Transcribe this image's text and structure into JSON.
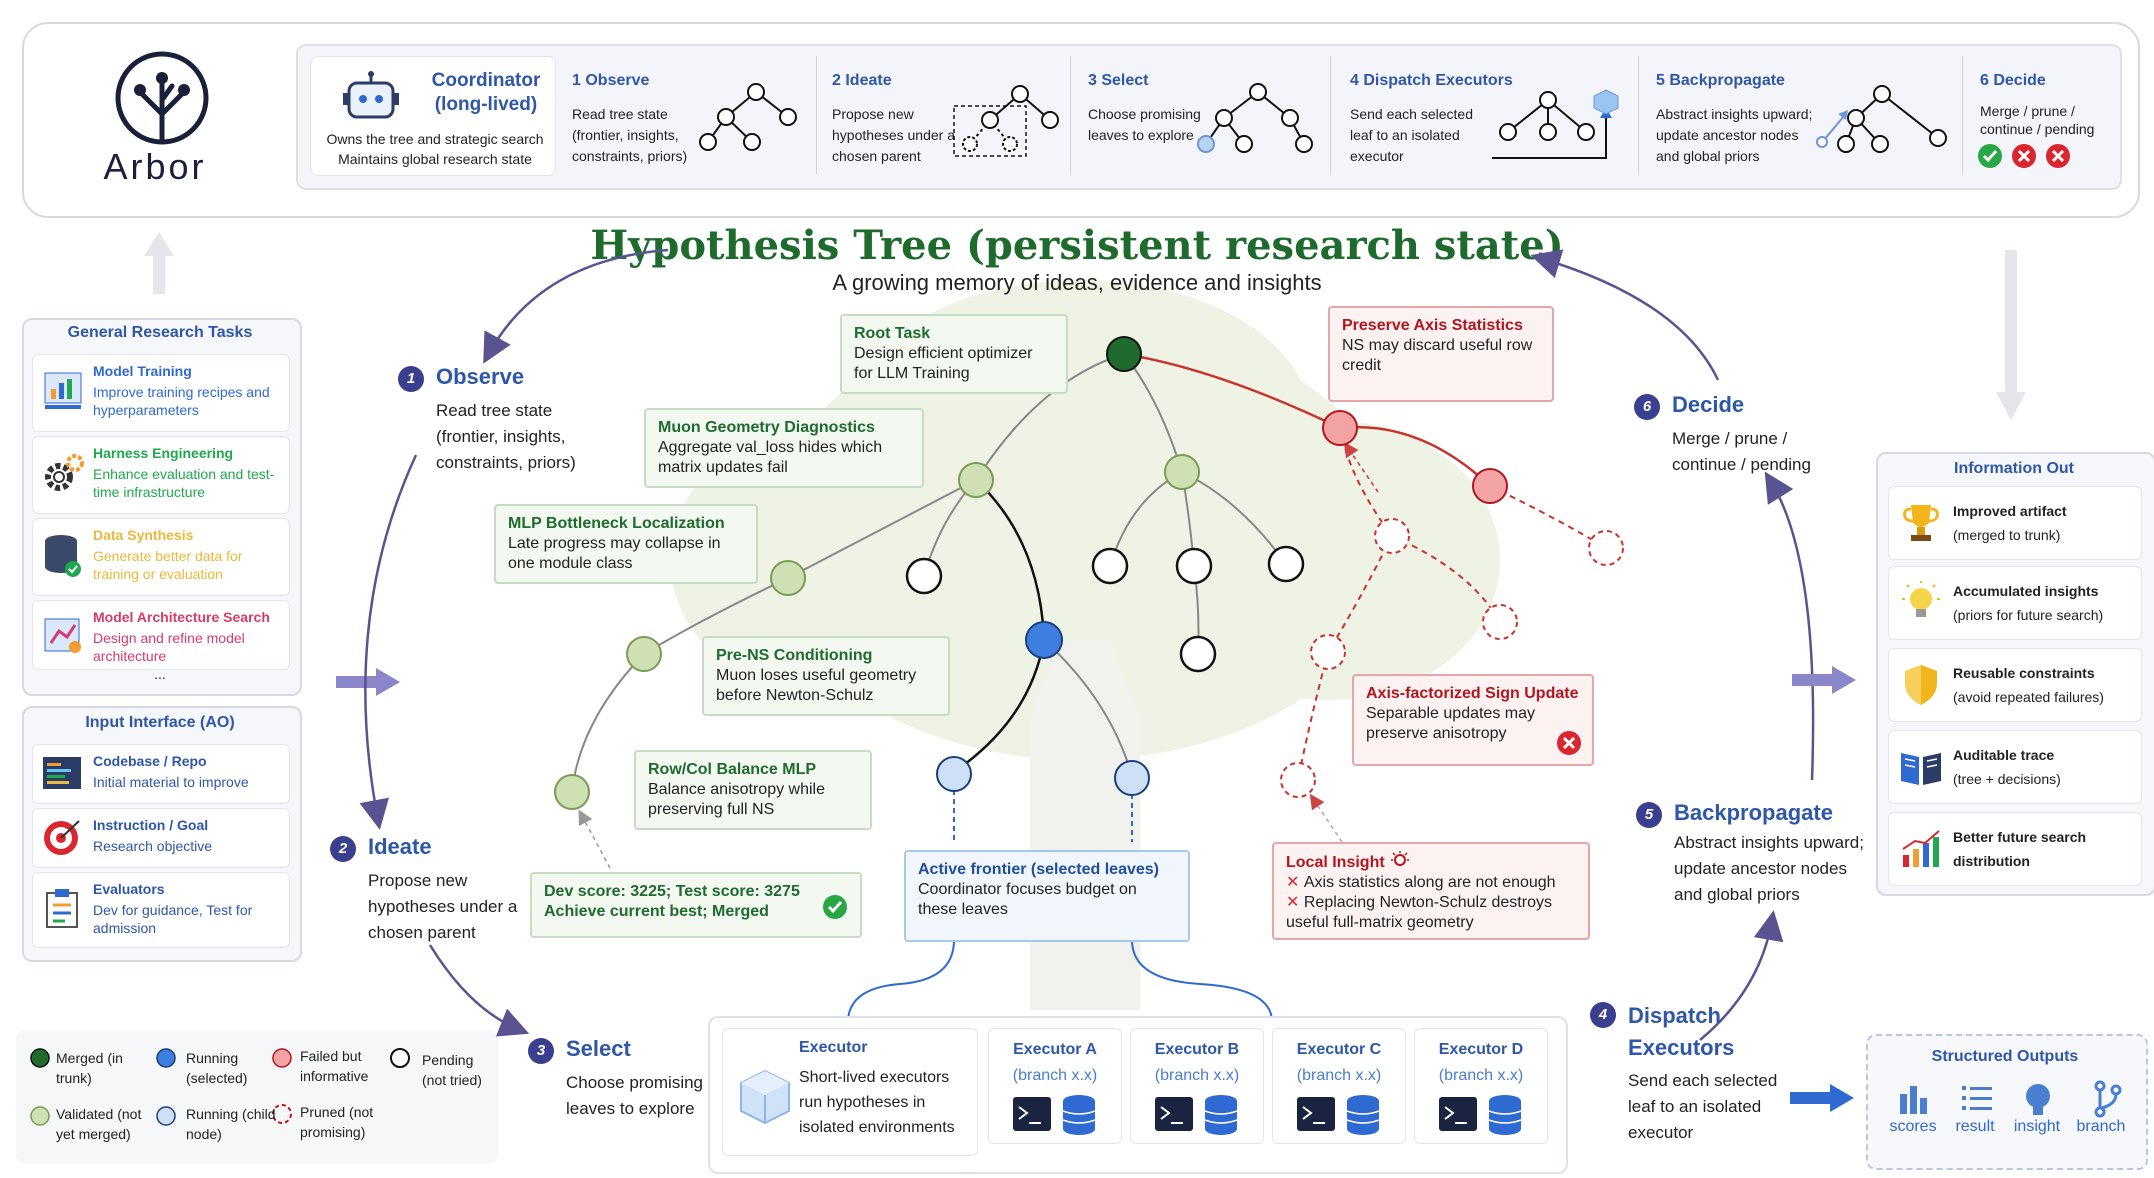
{
  "brand": {
    "name": "Arbor"
  },
  "coordinator": {
    "title": "Coordinator (long-lived)",
    "line1": "Owns the tree and strategic search",
    "line2": "Maintains global research state"
  },
  "steps": [
    {
      "title": "1 Observe",
      "desc": "Read tree state (frontier, insights, constraints, priors)"
    },
    {
      "title": "2 Ideate",
      "desc": "Propose new hypotheses under a chosen parent"
    },
    {
      "title": "3 Select",
      "desc": "Choose promising leaves to explore"
    },
    {
      "title": "4 Dispatch Executors",
      "desc": "Send each selected leaf to an isolated executor"
    },
    {
      "title": "5 Backpropagate",
      "desc": "Abstract insights upward; update ancestor nodes and global priors"
    },
    {
      "title": "6 Decide",
      "desc": "Merge / prune / continue / pending"
    }
  ],
  "title": "Hypothesis Tree (persistent research state)",
  "subtitle": "A growing memory of ideas, evidence and insights",
  "tasks": {
    "title": "General Research Tasks",
    "items": [
      {
        "title": "Model Training",
        "desc": "Improve training recipes and hyperparameters",
        "color": "#2e6ad1"
      },
      {
        "title": "Harness Engineering",
        "desc": "Enhance evaluation and test-time infrastructure",
        "color": "#1fa84d"
      },
      {
        "title": "Data Synthesis",
        "desc": "Generate better data for training or evaluation",
        "color": "#e9b93a"
      },
      {
        "title": "Model Architecture Search",
        "desc": "Design and refine model architecture",
        "color": "#d63b6b"
      }
    ],
    "more": "..."
  },
  "input": {
    "title": "Input Interface (AO)",
    "items": [
      {
        "title": "Codebase / Repo",
        "desc": "Initial material to improve"
      },
      {
        "title": "Instruction / Goal",
        "desc": "Research objective"
      },
      {
        "title": "Evaluators",
        "desc": "Dev for guidance, Test for admission"
      }
    ]
  },
  "phases": {
    "observe": {
      "num": "1",
      "title": "Observe",
      "desc": "Read tree state (frontier, insights, constraints, priors)"
    },
    "ideate": {
      "num": "2",
      "title": "Ideate",
      "desc": "Propose new hypotheses under a chosen parent"
    },
    "select": {
      "num": "3",
      "title": "Select",
      "desc": "Choose promising leaves to explore"
    },
    "dispatch": {
      "num": "4",
      "title": "Dispatch Executors",
      "desc": "Send each selected leaf to an isolated executor"
    },
    "backprop": {
      "num": "5",
      "title": "Backpropagate",
      "desc": "Abstract insights upward; update ancestor nodes and global priors"
    },
    "decide": {
      "num": "6",
      "title": "Decide",
      "desc": "Merge / prune / continue / pending"
    }
  },
  "notes": {
    "root": {
      "title": "Root Task",
      "desc": "Design efficient optimizer for LLM Training"
    },
    "muon": {
      "title": "Muon Geometry Diagnostics",
      "desc": "Aggregate val_loss hides which matrix updates fail"
    },
    "mlp": {
      "title": "MLP Bottleneck Localization",
      "desc": "Late progress may collapse in one module class"
    },
    "prens": {
      "title": "Pre-NS Conditioning",
      "desc": "Muon loses useful geometry before Newton-Schulz"
    },
    "rowcol": {
      "title": "Row/Col Balance MLP",
      "desc": "Balance anisotropy while preserving full NS"
    },
    "score": {
      "line1": "Dev score: 3225; Test score: 3275",
      "line2": "Achieve current best; Merged"
    },
    "frontier": {
      "title": "Active frontier (selected leaves)",
      "desc": "Coordinator focuses budget on these leaves"
    },
    "preserve": {
      "title": "Preserve Axis Statistics",
      "desc": "NS may discard useful row credit"
    },
    "axis": {
      "title": "Axis-factorized Sign Update",
      "desc": "Separable updates may preserve anisotropy"
    },
    "local": {
      "title": "Local Insight",
      "items": [
        "Axis statistics along are not enough",
        "Replacing Newton-Schulz destroys useful full-matrix geometry"
      ]
    }
  },
  "executor": {
    "title": "Executor",
    "desc": "Short-lived executors run hypotheses in isolated environments"
  },
  "executors": [
    {
      "name": "Executor A",
      "branch": "(branch x.x)"
    },
    {
      "name": "Executor B",
      "branch": "(branch x.x)"
    },
    {
      "name": "Executor C",
      "branch": "(branch x.x)"
    },
    {
      "name": "Executor D",
      "branch": "(branch x.x)"
    }
  ],
  "legend": [
    {
      "label": "Merged (in trunk)",
      "kind": "merged"
    },
    {
      "label": "Running (selected)",
      "kind": "running"
    },
    {
      "label": "Failed but informative",
      "kind": "failed"
    },
    {
      "label": "Pending (not tried)",
      "kind": "pending"
    },
    {
      "label": "Validated (not yet merged)",
      "kind": "validated"
    },
    {
      "label": "Running (child node)",
      "kind": "child"
    },
    {
      "label": "Pruned (not promising)",
      "kind": "pruned"
    }
  ],
  "info_out": {
    "title": "Information Out",
    "items": [
      {
        "title": "Improved artifact",
        "desc": "(merged to trunk)"
      },
      {
        "title": "Accumulated insights",
        "desc": "(priors for future search)"
      },
      {
        "title": "Reusable constraints",
        "desc": "(avoid repeated failures)"
      },
      {
        "title": "Auditable trace",
        "desc": "(tree + decisions)"
      },
      {
        "title": "Better future search",
        "desc": "distribution"
      }
    ]
  },
  "structured": {
    "title": "Structured Outputs",
    "items": [
      "scores",
      "result",
      "insight",
      "branch"
    ]
  },
  "colors": {
    "accent": "#2e57a8",
    "green": "#1f6b2e",
    "red": "#b3161f",
    "merged": "#1f6b2e",
    "validated": "#cfe0b2",
    "running": "#3f7fe0",
    "child": "#cde0f6",
    "failed": "#f3a3a3"
  }
}
